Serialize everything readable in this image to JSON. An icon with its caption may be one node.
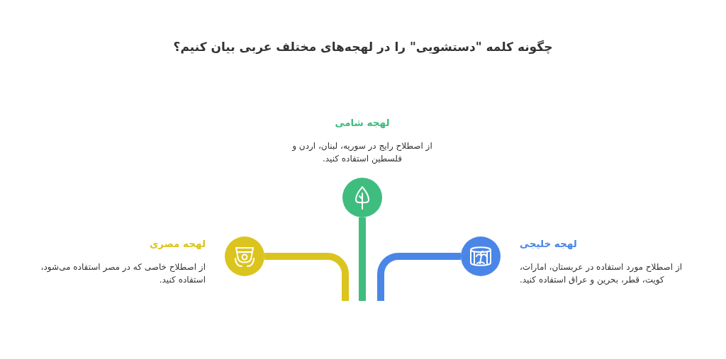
{
  "diagram": {
    "title": "چگونه کلمه \"دستشویی\" را در لهجه‌های مختلف عربی بیان کنیم؟",
    "nodes": [
      {
        "text": [],
        "shape": "circle",
        "beside": [
          "لهجه شامی",
          "از اصطلاح رایج در سوریه، لبنان، اردن و فلسطین استفاده کنید."
        ]
      },
      {
        "text": [],
        "shape": "circle",
        "beside": [
          "لهجه خلیجی",
          "از اصطلاح مورد استفاده در عربستان، امارات، کویت، قطر، بحرین و عراق استفاده کنید."
        ]
      },
      {
        "text": [],
        "shape": "circle",
        "beside": [
          "لهجه مصری",
          "از اصطلاح خاصی که در مصر استفاده می‌شود، استفاده کنید."
        ]
      }
    ],
    "edges": [
      {
        "from": null,
        "to": 0,
        "arrow": "none",
        "color": "#3fbd7f"
      },
      {
        "from": null,
        "to": 1,
        "arrow": "none",
        "color": "#4a86e8"
      },
      {
        "from": null,
        "to": 2,
        "arrow": "none",
        "color": "#dcc41e"
      }
    ]
  }
}
